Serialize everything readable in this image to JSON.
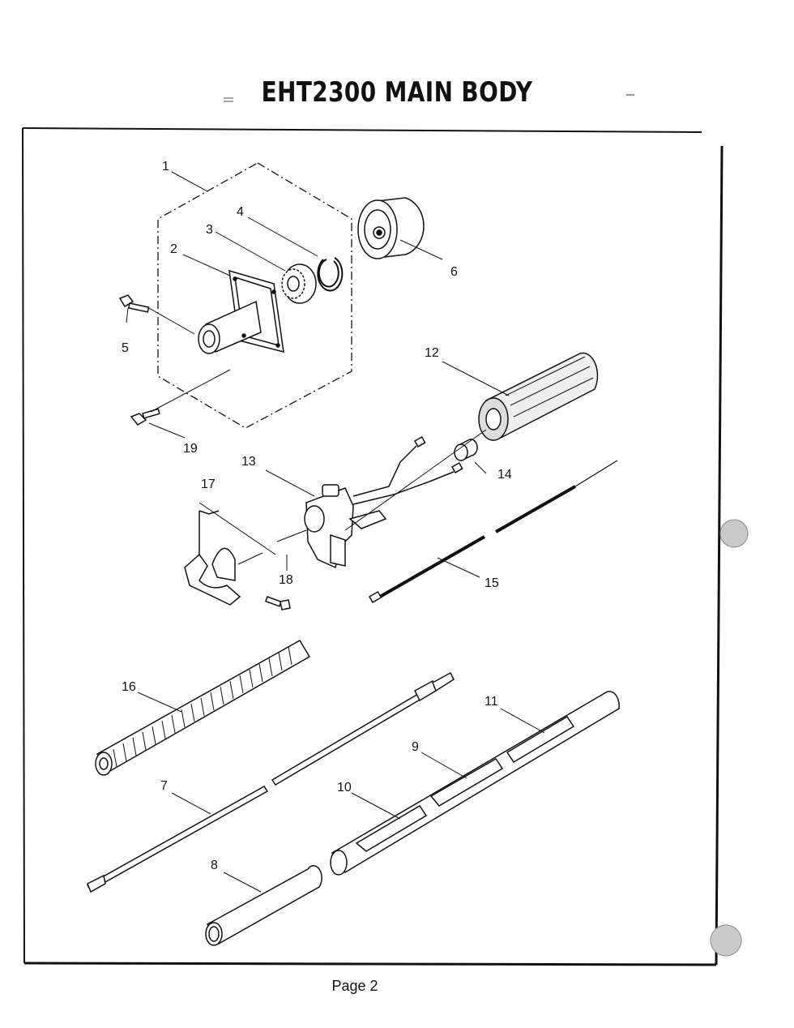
{
  "title": "EHT2300 MAIN BODY",
  "page_label": "Page 2",
  "diagram": {
    "callouts": [
      "1",
      "2",
      "3",
      "4",
      "5",
      "6",
      "7",
      "8",
      "9",
      "10",
      "11",
      "12",
      "13",
      "14",
      "15",
      "16",
      "17",
      "18",
      "19"
    ]
  }
}
